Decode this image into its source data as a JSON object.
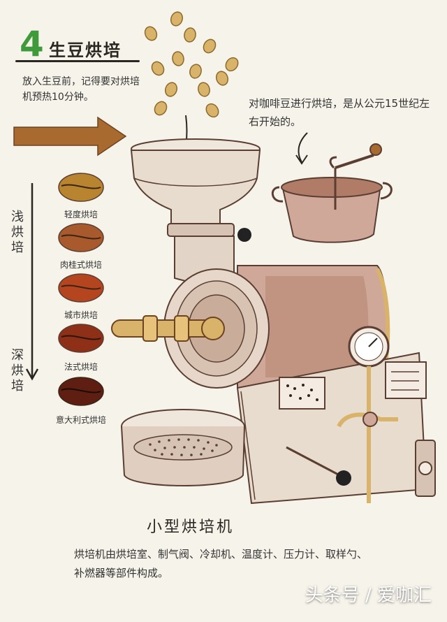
{
  "header": {
    "step_number": "4",
    "step_title": "生豆烘培"
  },
  "notes": {
    "preheat": "放入生豆前，记得要对烘培机预热10分钟。",
    "history": "对咖啡豆进行烘培，是从公元15世纪左右开始的。"
  },
  "roast_scale": {
    "light_label": "浅烘培",
    "deep_label": "深烘培",
    "levels": [
      {
        "label": "轻度烘培",
        "color": "#b9842f"
      },
      {
        "label": "肉桂式烘培",
        "color": "#a95a2d"
      },
      {
        "label": "城市烘培",
        "color": "#b5451f"
      },
      {
        "label": "法式烘培",
        "color": "#8e2f18"
      },
      {
        "label": "意大利式烘培",
        "color": "#5e1f12"
      }
    ]
  },
  "machine": {
    "title": "小型烘培机",
    "description": "烘培机由烘培室、制气阀、冷却机、温度计、压力计、取样勺、补燃器等部件构成。"
  },
  "watermark": "头条号 / 爱咖汇",
  "colors": {
    "background": "#f6f3ea",
    "accent_green": "#3f9a3a",
    "arrow_brown": "#a86a2f",
    "machine_body": "#cfa89a",
    "machine_shadow": "#b07c67",
    "brass": "#d9b36a"
  }
}
